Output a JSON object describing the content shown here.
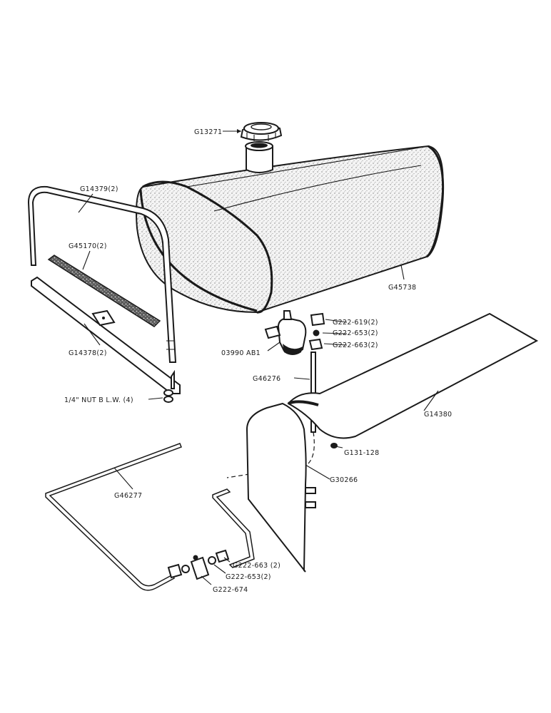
{
  "labels": {
    "cap": "G13271",
    "tank": "G45738",
    "strap": "G14379(2)",
    "pad": "G45170(2)",
    "bracket": "G14378(2)",
    "nut": "1/4\" NUT B L.W. (4)",
    "fitting_top": "G222-619(2)",
    "washer_top": "G222-653(2)",
    "nut_top": "G222-663(2)",
    "shutoff_valve": "03990 AB1",
    "fuel_line_upper": "G46276",
    "shield": "G14380",
    "bolt": "G131-128",
    "panel": "G30266",
    "fuel_line_lower": "G46277",
    "nut_bottom": "G222-663 (2)",
    "washer_bottom": "G222-653(2)",
    "union_bottom": "G222-674"
  }
}
